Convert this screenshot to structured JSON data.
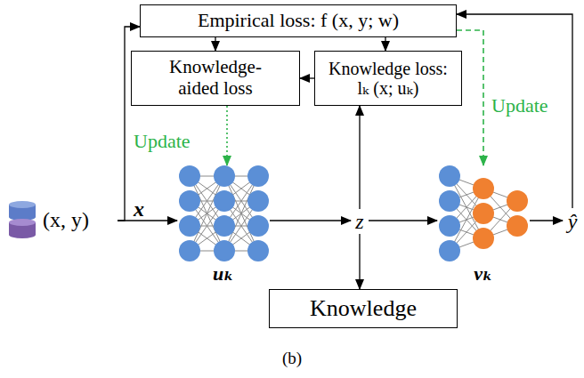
{
  "diagram": {
    "nodes": [
      {
        "text": [
          "Empirical loss: f (x, y; w)"
        ]
      },
      {
        "text": [
          "Knowledge- aided loss"
        ]
      },
      {
        "text": [
          "Knowledge loss: lₖ (x; uₖ)"
        ]
      },
      {
        "text": [
          "(x, y)"
        ]
      },
      {
        "text": [
          "uₖ"
        ]
      },
      {
        "text": [
          "z"
        ]
      },
      {
        "text": [
          "vₖ"
        ]
      },
      {
        "text": [
          "Knowledge"
        ]
      },
      {
        "text": [
          "ŷ"
        ]
      }
    ],
    "edges": [
      {
        "from": 0,
        "to": 1,
        "arrow": "to"
      },
      {
        "from": 0,
        "to": 2,
        "arrow": "to"
      },
      {
        "from": 2,
        "to": 1,
        "arrow": "to"
      },
      {
        "from": 3,
        "to": 4,
        "arrow": "to",
        "label": "x"
      },
      {
        "from": 3,
        "to": 0,
        "arrow": "to"
      },
      {
        "from": 4,
        "to": 5,
        "arrow": "to"
      },
      {
        "from": 5,
        "to": 6,
        "arrow": "to"
      },
      {
        "from": 5,
        "to": 2,
        "arrow": "to"
      },
      {
        "from": 5,
        "to": 7,
        "arrow": "to"
      },
      {
        "from": 6,
        "to": 8,
        "arrow": "to"
      },
      {
        "from": 8,
        "to": 0,
        "arrow": "to"
      },
      {
        "from": 0,
        "to": 6,
        "arrow": "to",
        "label": "Update"
      },
      {
        "from": 1,
        "to": 4,
        "arrow": "to",
        "label": "Update"
      }
    ],
    "labels": [
      "(b)"
    ]
  }
}
